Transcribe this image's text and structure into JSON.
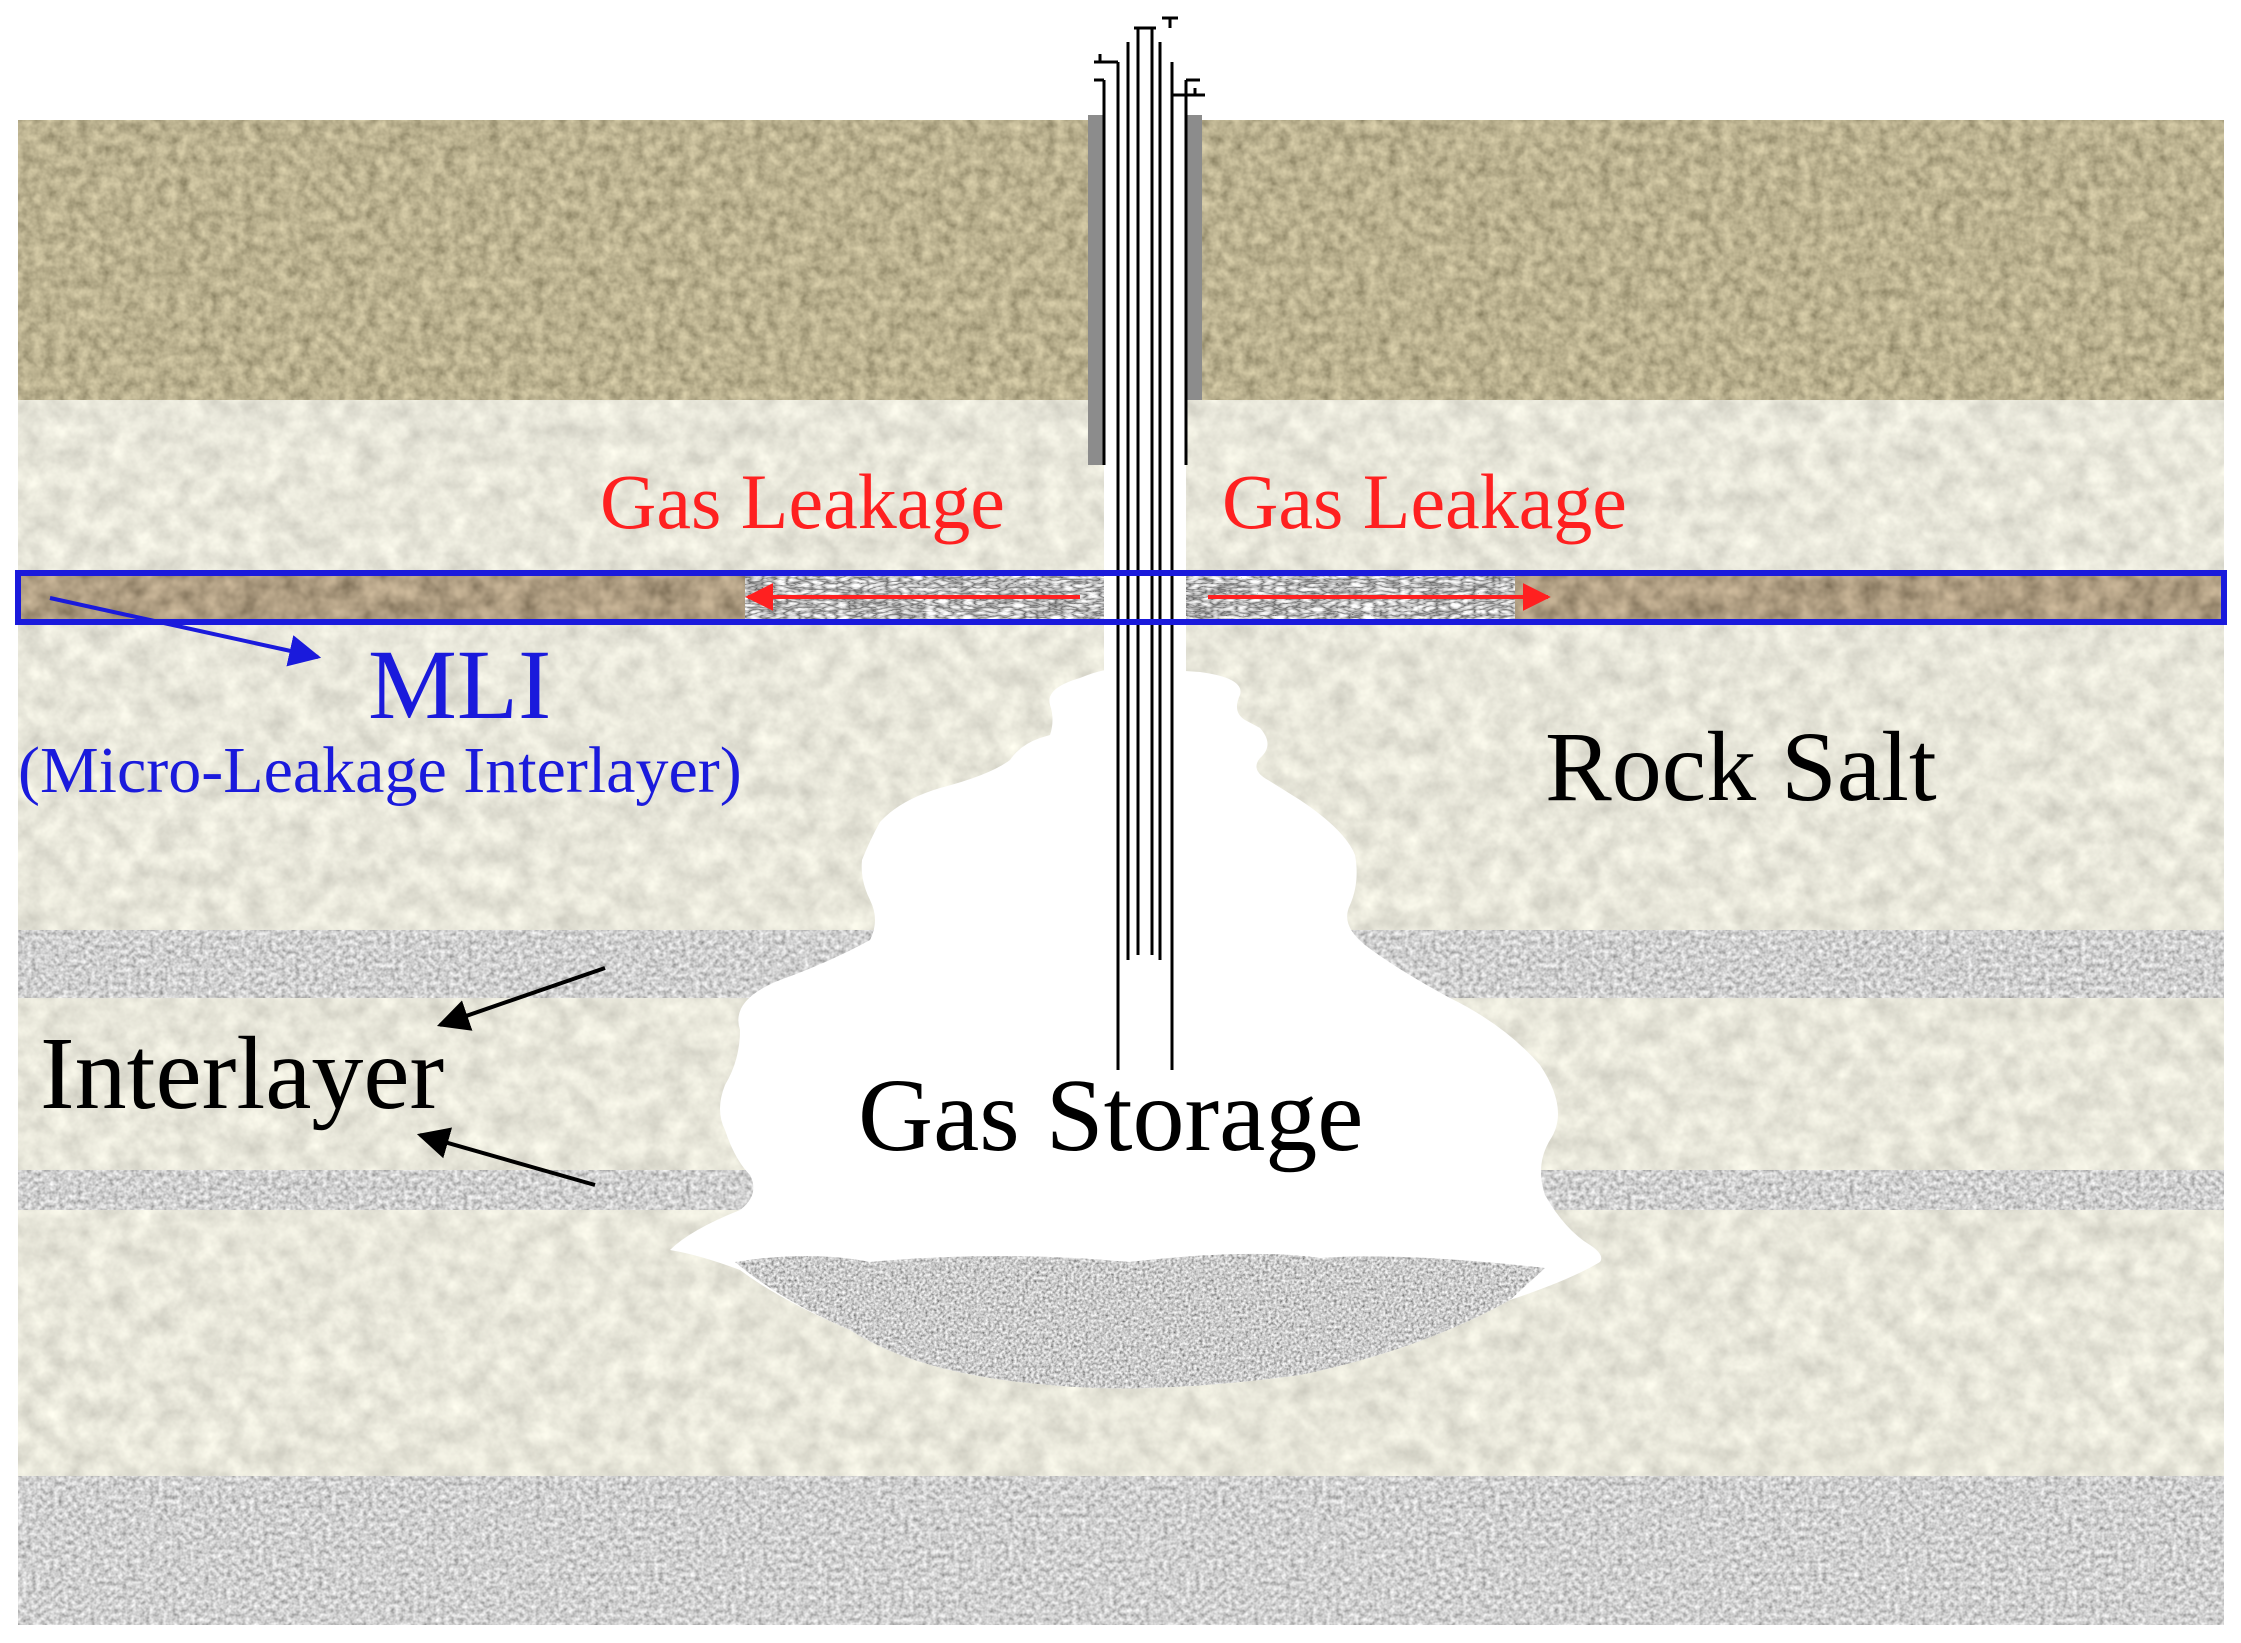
{
  "labels": {
    "gas_leakage_left": "Gas Leakage",
    "gas_leakage_right": "Gas Leakage",
    "mli": "MLI",
    "mli_full": "(Micro-Leakage Interlayer)",
    "rock_salt": "Rock Salt",
    "interlayer": "Interlayer",
    "gas_storage": "Gas Storage"
  },
  "colors": {
    "leakage": "#ff2020",
    "mli": "#1a1adc",
    "text": "#000000",
    "topsoil": "#6e6345",
    "rock_salt": "#d4d2bb",
    "mli_layer": "#5a4531",
    "interlayer": "#9c9c9c",
    "cavern": "#ffffff",
    "sediment": "#8a8a8a"
  }
}
